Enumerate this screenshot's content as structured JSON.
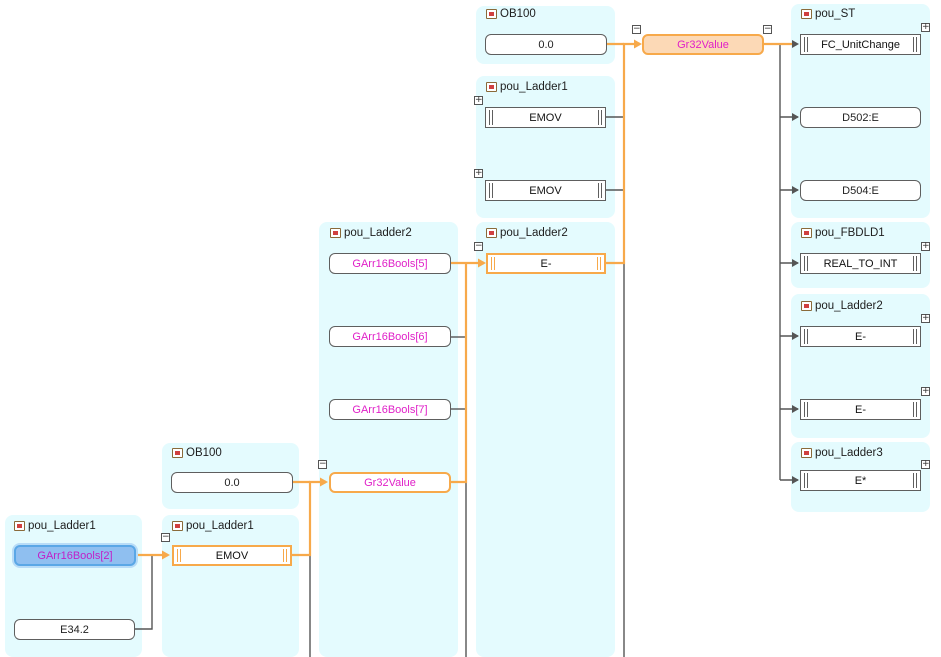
{
  "colors": {
    "panel": "#e4fbfe",
    "highlight": "#f7a94a",
    "variable_text": "#e020c8",
    "selected": "#8fbff0"
  },
  "panels": {
    "ob100_top": "OB100",
    "ladder1_top": "pou_Ladder1",
    "ladder2_mid": "pou_Ladder2",
    "ladder2_left": "pou_Ladder2",
    "st": "pou_ST",
    "fbdld1": "pou_FBDLD1",
    "ladder2_right": "pou_Ladder2",
    "ladder3": "pou_Ladder3",
    "ob100_low": "OB100",
    "ladder1_low": "pou_Ladder1",
    "ladder1_left": "pou_Ladder1"
  },
  "nodes": {
    "ob100_top_value": "0.0",
    "gr32_top": "Gr32Value",
    "fc_unitchange": "FC_UnitChange",
    "d502": "D502:E",
    "d504": "D504:E",
    "real_to_int": "REAL_TO_INT",
    "e_minus_right": "E-",
    "e_minus_right2": "E-",
    "e_mult": "E*",
    "emov_1": "EMOV",
    "emov_2": "EMOV",
    "e_minus_mid": "E-",
    "garr5": "GArr16Bools[5]",
    "garr6": "GArr16Bools[6]",
    "garr7": "GArr16Bools[7]",
    "gr32_mid": "Gr32Value",
    "ob100_low_value": "0.0",
    "emov_low": "EMOV",
    "garr2": "GArr16Bools[2]",
    "e34": "E34.2"
  },
  "toggles": {
    "expand": "+",
    "collapse": "−"
  }
}
